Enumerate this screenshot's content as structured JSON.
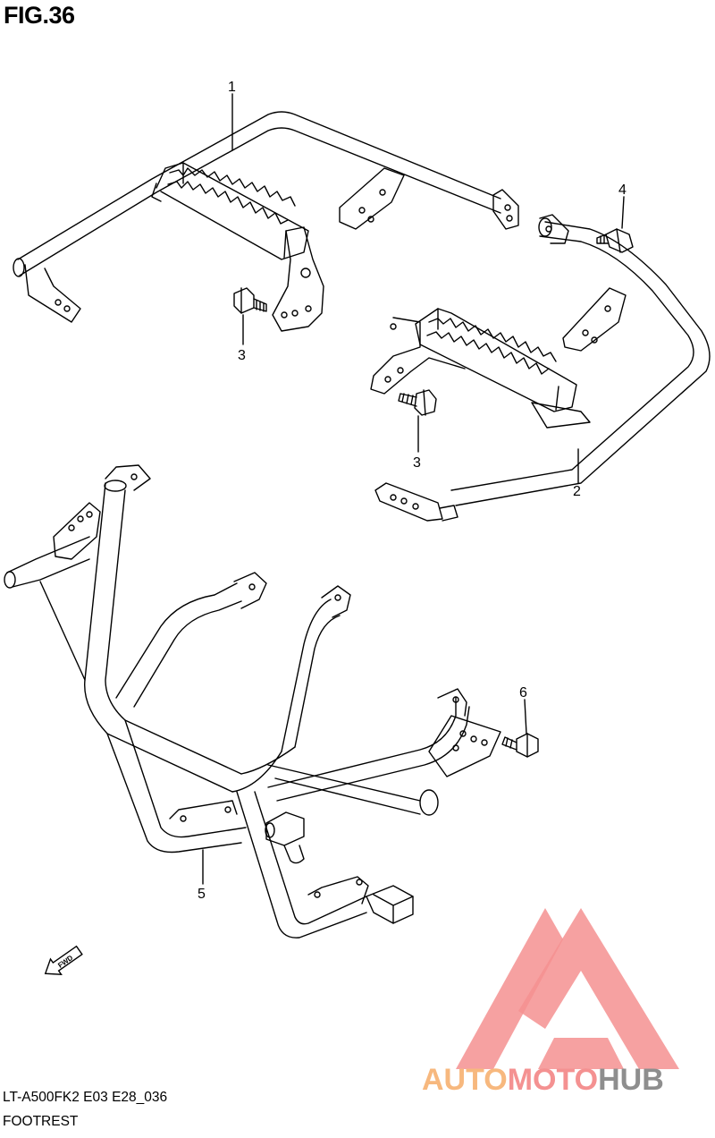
{
  "figure": {
    "title": "FIG.36",
    "model_code": "LT-A500FK2 E03 E28_036",
    "section_name": "FOOTREST"
  },
  "callouts": [
    {
      "id": "part-1",
      "label": "1"
    },
    {
      "id": "part-2",
      "label": "2"
    },
    {
      "id": "part-3a",
      "label": "3"
    },
    {
      "id": "part-3b",
      "label": "3"
    },
    {
      "id": "part-4",
      "label": "4"
    },
    {
      "id": "part-5",
      "label": "5"
    },
    {
      "id": "part-6",
      "label": "6"
    }
  ],
  "fwd_badge": {
    "label": "FWD",
    "icon": "arrow-left-icon"
  },
  "watermark": {
    "part1": "AUTO",
    "part2": "MOTO",
    "part3": "HUB",
    "colors": {
      "auto": "#f7b87e",
      "moto": "#f49191",
      "hub": "#8e8e8e",
      "triangle": "#f49191"
    }
  }
}
